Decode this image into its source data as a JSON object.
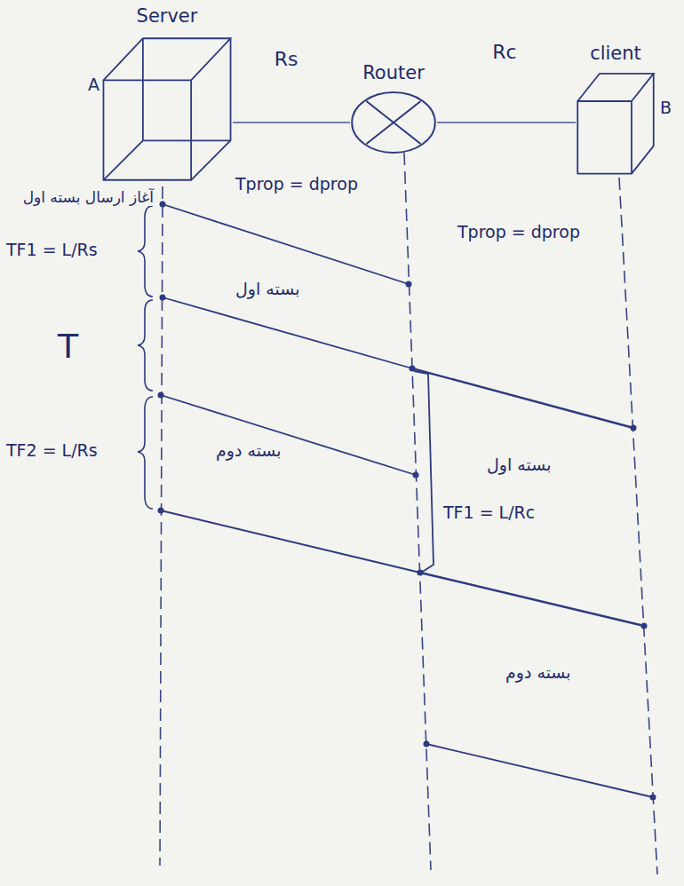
{
  "diagram": {
    "nodes": [
      {
        "text": [
          "Server"
        ]
      },
      {
        "text": [
          "Router"
        ]
      },
      {
        "text": [
          "client"
        ]
      }
    ],
    "edges": [
      {
        "from": 0,
        "to": 1,
        "arrow": "none",
        "label": "Rs"
      },
      {
        "from": 1,
        "to": 2,
        "arrow": "none",
        "label": "Rc"
      }
    ],
    "labels": [
      "A",
      "B",
      "آغاز ارسال بسته اول",
      "TF1 = L/Rs",
      "T",
      "TF2 = L/Rs",
      "Tprop = dprop",
      "Tprop = dprop",
      "بسته اول",
      "بسته دوم",
      "بسته اول",
      "TF1 = L/Rc",
      "بسته دوم"
    ]
  }
}
